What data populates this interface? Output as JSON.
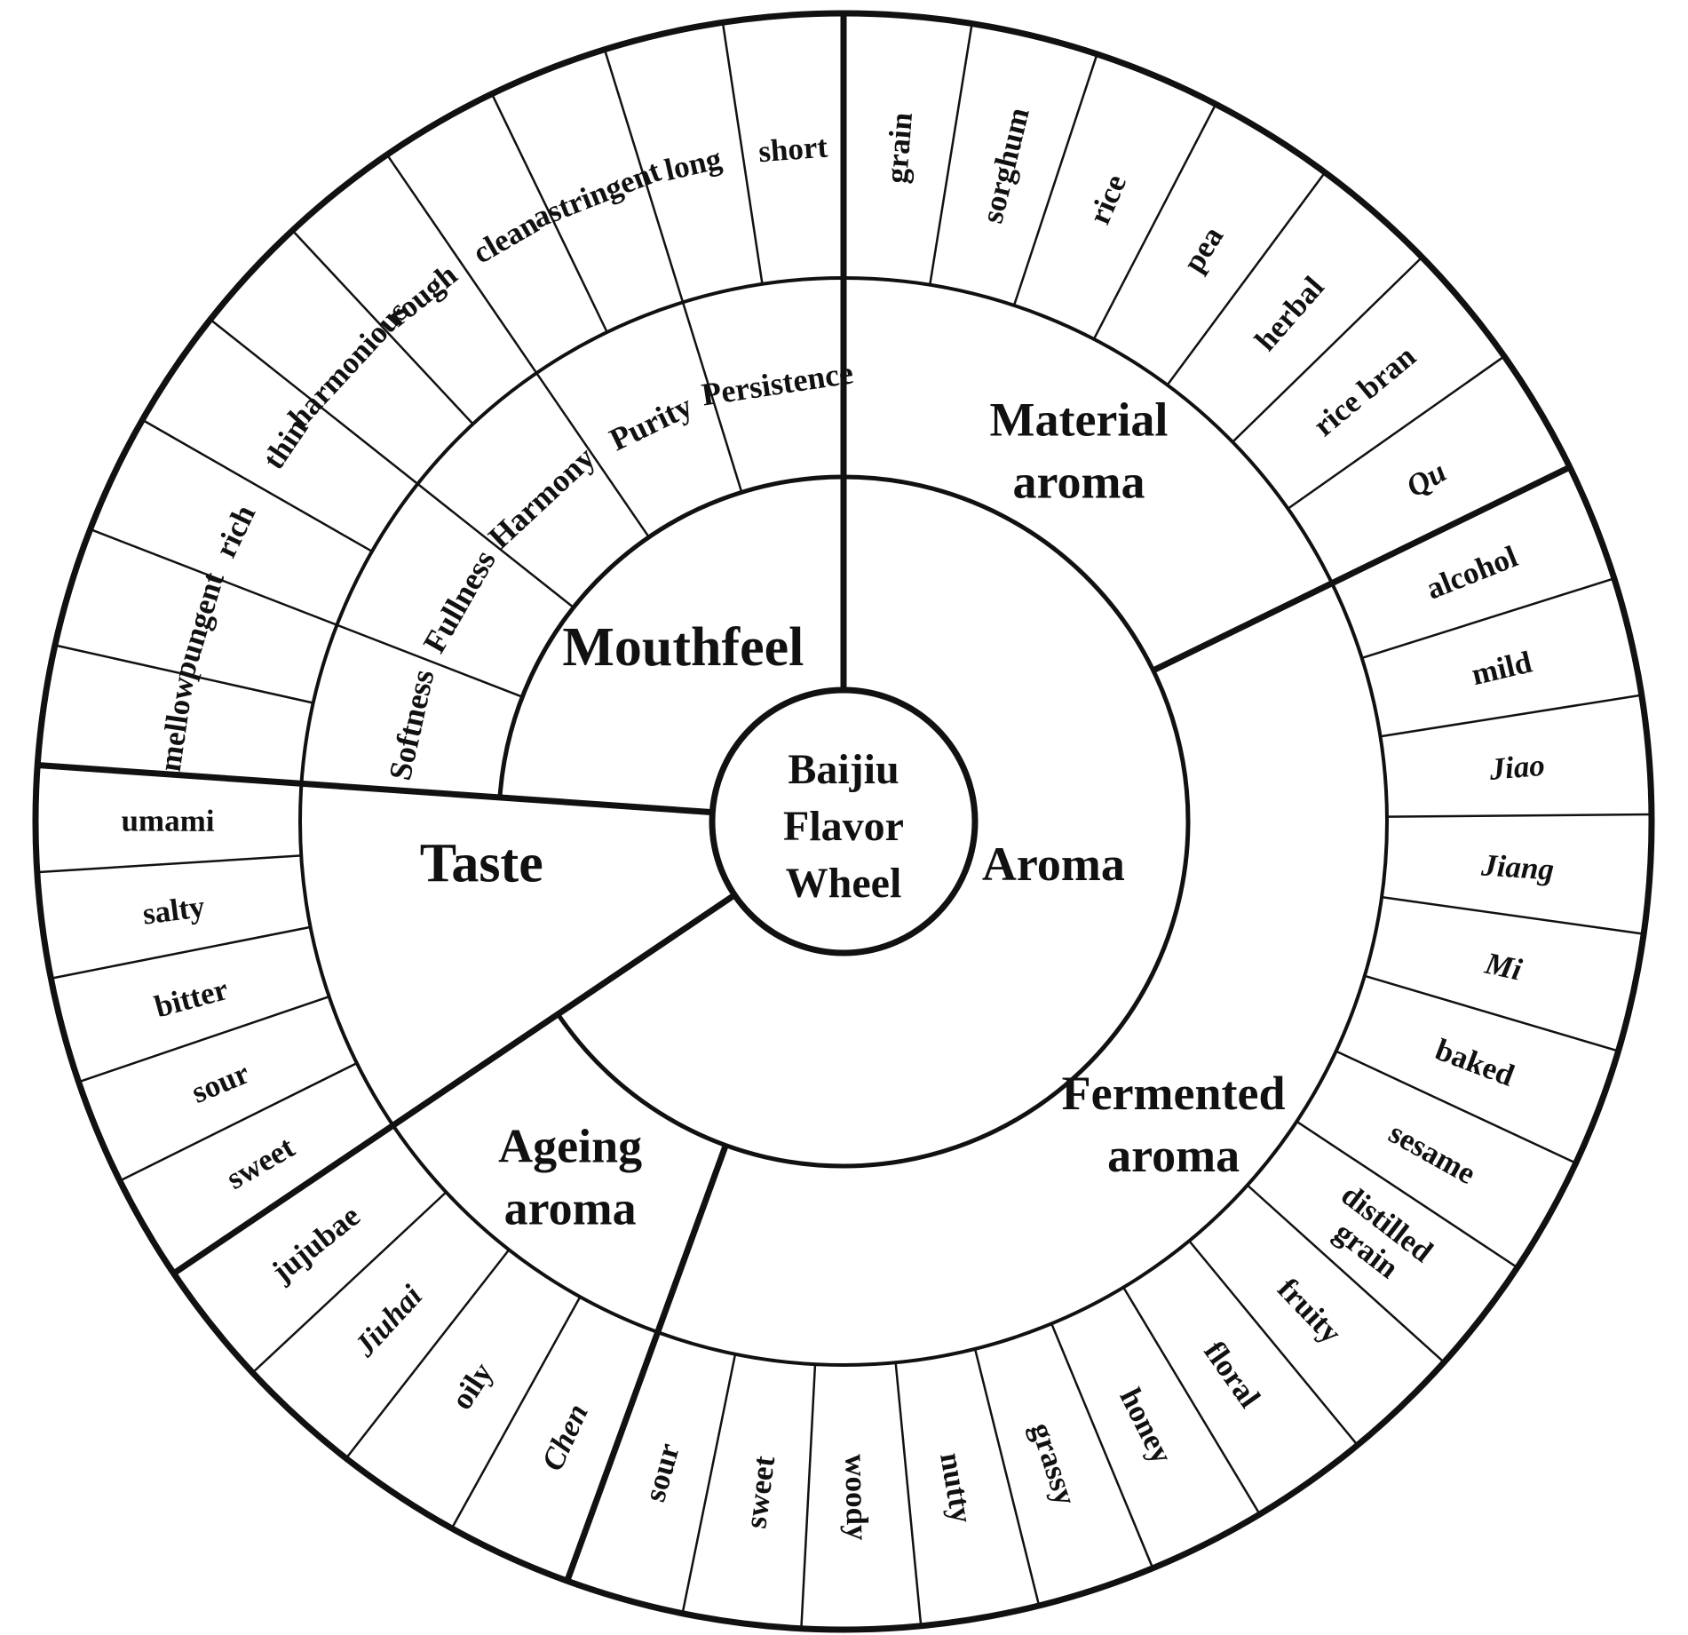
{
  "center": {
    "lines": [
      "Baijiu",
      "Flavor",
      "Wheel"
    ],
    "color": "#1a7bd0"
  },
  "aroma": {
    "label": "Aroma",
    "categories": [
      {
        "key": "material",
        "lines": [
          "Material",
          "aroma"
        ],
        "descriptors": [
          {
            "text": "grain",
            "italic": false
          },
          {
            "text": "sorghum",
            "italic": false
          },
          {
            "text": "rice",
            "italic": false
          },
          {
            "text": "pea",
            "italic": false
          },
          {
            "text": "herbal",
            "italic": false
          },
          {
            "text": "rice bran",
            "italic": false
          },
          {
            "text": "Qu",
            "italic": true
          }
        ]
      },
      {
        "key": "fermented",
        "lines": [
          "Fermented",
          "aroma"
        ],
        "descriptors": [
          {
            "text": "alcohol",
            "italic": false
          },
          {
            "text": "mild",
            "italic": false
          },
          {
            "text": "Jiao",
            "italic": true
          },
          {
            "text": "Jiang",
            "italic": true
          },
          {
            "text": "Mi",
            "italic": true
          },
          {
            "text": "baked",
            "italic": false
          },
          {
            "text": "sesame",
            "italic": false
          },
          {
            "text": "distilled grain",
            "lines": [
              "distilled",
              "grain"
            ],
            "italic": false
          },
          {
            "text": "fruity",
            "italic": false
          },
          {
            "text": "floral",
            "italic": false
          },
          {
            "text": "honey",
            "italic": false
          },
          {
            "text": "grassy",
            "italic": false
          },
          {
            "text": "nutty",
            "italic": false
          },
          {
            "text": "woody",
            "italic": false
          },
          {
            "text": "sweet",
            "italic": false
          },
          {
            "text": "sour",
            "italic": false
          }
        ]
      },
      {
        "key": "ageing",
        "lines": [
          "Ageing",
          "aroma"
        ],
        "descriptors": [
          {
            "text": "Chen",
            "italic": true
          },
          {
            "text": "oily",
            "italic": false
          },
          {
            "text": "Jiuhai",
            "italic": true
          },
          {
            "text": "jujubae",
            "italic": false
          }
        ]
      }
    ]
  },
  "taste": {
    "label": "Taste",
    "descriptors": [
      {
        "text": "sweet",
        "italic": false
      },
      {
        "text": "sour",
        "italic": false
      },
      {
        "text": "bitter",
        "italic": false
      },
      {
        "text": "salty",
        "italic": false
      },
      {
        "text": "umami",
        "italic": false
      }
    ]
  },
  "mouthfeel": {
    "label": "Mouthfeel",
    "attributes": [
      {
        "label": "Softness",
        "descriptors": [
          {
            "text": "mellow",
            "italic": false
          },
          {
            "text": "pungent",
            "italic": false
          }
        ]
      },
      {
        "label": "Fullness",
        "descriptors": [
          {
            "text": "rich",
            "italic": false
          },
          {
            "text": "thin",
            "italic": false
          }
        ]
      },
      {
        "label": "Harmony",
        "descriptors": [
          {
            "text": "harmonious",
            "italic": false
          },
          {
            "text": "rough",
            "italic": false
          }
        ]
      },
      {
        "label": "Purity",
        "descriptors": [
          {
            "text": "clean",
            "italic": false
          },
          {
            "text": "astringent",
            "italic": false
          }
        ]
      },
      {
        "label": "Persistence",
        "descriptors": [
          {
            "text": "long",
            "italic": false
          },
          {
            "text": "short",
            "italic": false
          }
        ]
      }
    ]
  },
  "colors": {
    "stroke": "#111111",
    "background": "#ffffff",
    "text": "#111111",
    "center_text": "#1a7bd0"
  }
}
